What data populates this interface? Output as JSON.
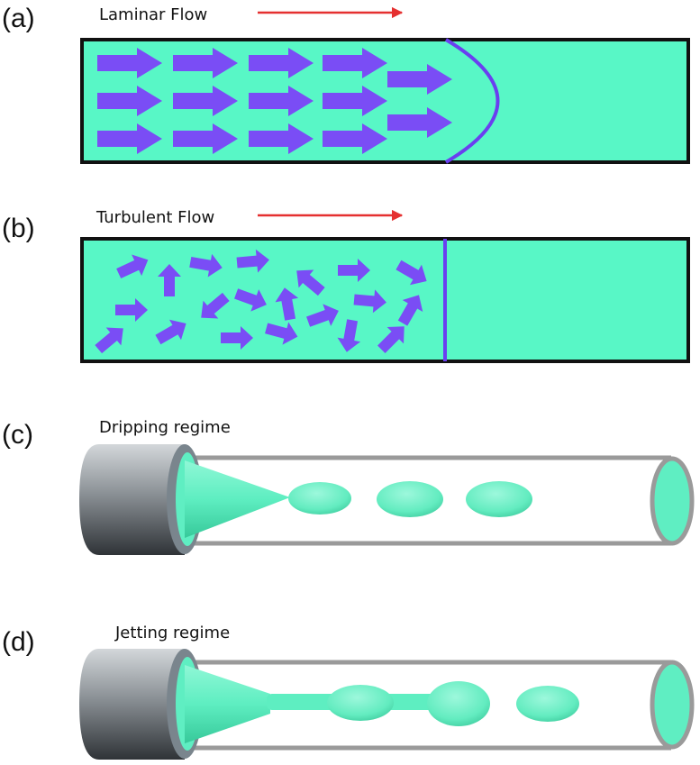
{
  "panels": {
    "a": {
      "letter": "(a)",
      "title": "Laminar Flow"
    },
    "b": {
      "letter": "(b)",
      "title": "Turbulent Flow"
    },
    "c": {
      "letter": "(c)",
      "title": "Dripping regime"
    },
    "d": {
      "letter": "(d)",
      "title": "Jetting regime"
    }
  },
  "colors": {
    "fluid": "#58f7c6",
    "arrow": "#7a4df5",
    "front": "#6a3ff0",
    "flow_indicator": "#e53030",
    "droplet": "#6ff0c4",
    "tube": "#9a9a9a",
    "nozzle_dark": "#3a3f44",
    "nozzle_light": "#c9ced2"
  }
}
